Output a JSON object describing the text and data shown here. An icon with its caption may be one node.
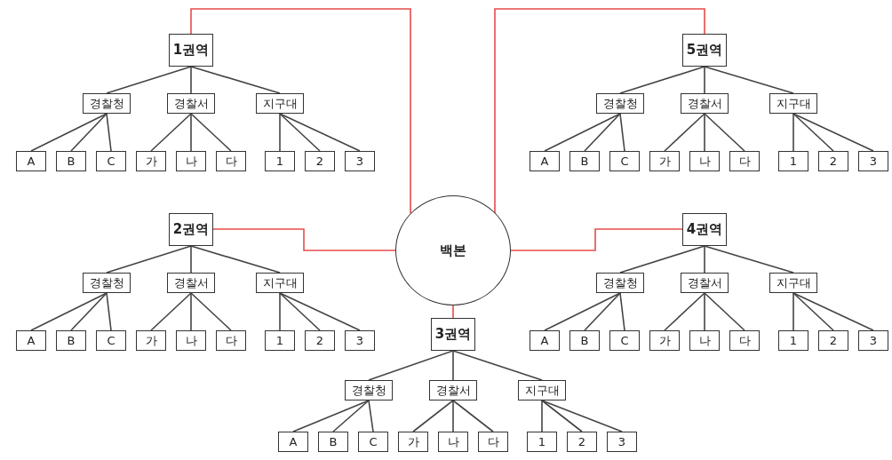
{
  "diagram": {
    "nodes": [
      {
        "text": [
          "백본"
        ]
      },
      {
        "text": [
          "1권역"
        ]
      },
      {
        "text": [
          "경찰청"
        ]
      },
      {
        "text": [
          "경찰서"
        ]
      },
      {
        "text": [
          "지구대"
        ]
      },
      {
        "text": [
          "A"
        ]
      },
      {
        "text": [
          "B"
        ]
      },
      {
        "text": [
          "C"
        ]
      },
      {
        "text": [
          "가"
        ]
      },
      {
        "text": [
          "나"
        ]
      },
      {
        "text": [
          "다"
        ]
      },
      {
        "text": [
          "1"
        ]
      },
      {
        "text": [
          "2"
        ]
      },
      {
        "text": [
          "3"
        ]
      },
      {
        "text": [
          "5권역"
        ]
      },
      {
        "text": [
          "경찰청"
        ]
      },
      {
        "text": [
          "경찰서"
        ]
      },
      {
        "text": [
          "지구대"
        ]
      },
      {
        "text": [
          "A"
        ]
      },
      {
        "text": [
          "B"
        ]
      },
      {
        "text": [
          "C"
        ]
      },
      {
        "text": [
          "가"
        ]
      },
      {
        "text": [
          "나"
        ]
      },
      {
        "text": [
          "다"
        ]
      },
      {
        "text": [
          "1"
        ]
      },
      {
        "text": [
          "2"
        ]
      },
      {
        "text": [
          "3"
        ]
      },
      {
        "text": [
          "2권역"
        ]
      },
      {
        "text": [
          "경찰청"
        ]
      },
      {
        "text": [
          "경찰서"
        ]
      },
      {
        "text": [
          "지구대"
        ]
      },
      {
        "text": [
          "A"
        ]
      },
      {
        "text": [
          "B"
        ]
      },
      {
        "text": [
          "C"
        ]
      },
      {
        "text": [
          "가"
        ]
      },
      {
        "text": [
          "나"
        ]
      },
      {
        "text": [
          "다"
        ]
      },
      {
        "text": [
          "1"
        ]
      },
      {
        "text": [
          "2"
        ]
      },
      {
        "text": [
          "3"
        ]
      },
      {
        "text": [
          "4권역"
        ]
      },
      {
        "text": [
          "경찰청"
        ]
      },
      {
        "text": [
          "경찰서"
        ]
      },
      {
        "text": [
          "지구대"
        ]
      },
      {
        "text": [
          "A"
        ]
      },
      {
        "text": [
          "B"
        ]
      },
      {
        "text": [
          "C"
        ]
      },
      {
        "text": [
          "가"
        ]
      },
      {
        "text": [
          "나"
        ]
      },
      {
        "text": [
          "다"
        ]
      },
      {
        "text": [
          "1"
        ]
      },
      {
        "text": [
          "2"
        ]
      },
      {
        "text": [
          "3"
        ]
      },
      {
        "text": [
          "3권역"
        ]
      },
      {
        "text": [
          "경찰청"
        ]
      },
      {
        "text": [
          "경찰서"
        ]
      },
      {
        "text": [
          "지구대"
        ]
      },
      {
        "text": [
          "A"
        ]
      },
      {
        "text": [
          "B"
        ]
      },
      {
        "text": [
          "C"
        ]
      },
      {
        "text": [
          "가"
        ]
      },
      {
        "text": [
          "나"
        ]
      },
      {
        "text": [
          "다"
        ]
      },
      {
        "text": [
          "1"
        ]
      },
      {
        "text": [
          "2"
        ]
      },
      {
        "text": [
          "3"
        ]
      }
    ],
    "edges": [
      {
        "from": 0,
        "to": 1,
        "arrow": "none",
        "color": "#e84c4c"
      },
      {
        "from": 1,
        "to": 2,
        "arrow": "none"
      },
      {
        "from": 1,
        "to": 3,
        "arrow": "none"
      },
      {
        "from": 1,
        "to": 4,
        "arrow": "none"
      },
      {
        "from": 2,
        "to": 5,
        "arrow": "none"
      },
      {
        "from": 2,
        "to": 6,
        "arrow": "none"
      },
      {
        "from": 2,
        "to": 7,
        "arrow": "none"
      },
      {
        "from": 3,
        "to": 8,
        "arrow": "none"
      },
      {
        "from": 3,
        "to": 9,
        "arrow": "none"
      },
      {
        "from": 3,
        "to": 10,
        "arrow": "none"
      },
      {
        "from": 4,
        "to": 11,
        "arrow": "none"
      },
      {
        "from": 4,
        "to": 12,
        "arrow": "none"
      },
      {
        "from": 4,
        "to": 13,
        "arrow": "none"
      },
      {
        "from": 0,
        "to": 14,
        "arrow": "none",
        "color": "#e84c4c"
      },
      {
        "from": 14,
        "to": 15,
        "arrow": "none"
      },
      {
        "from": 14,
        "to": 16,
        "arrow": "none"
      },
      {
        "from": 14,
        "to": 17,
        "arrow": "none"
      },
      {
        "from": 15,
        "to": 18,
        "arrow": "none"
      },
      {
        "from": 15,
        "to": 19,
        "arrow": "none"
      },
      {
        "from": 15,
        "to": 20,
        "arrow": "none"
      },
      {
        "from": 16,
        "to": 21,
        "arrow": "none"
      },
      {
        "from": 16,
        "to": 22,
        "arrow": "none"
      },
      {
        "from": 16,
        "to": 23,
        "arrow": "none"
      },
      {
        "from": 17,
        "to": 24,
        "arrow": "none"
      },
      {
        "from": 17,
        "to": 25,
        "arrow": "none"
      },
      {
        "from": 17,
        "to": 26,
        "arrow": "none"
      },
      {
        "from": 0,
        "to": 27,
        "arrow": "none",
        "color": "#e84c4c"
      },
      {
        "from": 27,
        "to": 28,
        "arrow": "none"
      },
      {
        "from": 27,
        "to": 29,
        "arrow": "none"
      },
      {
        "from": 27,
        "to": 30,
        "arrow": "none"
      },
      {
        "from": 28,
        "to": 31,
        "arrow": "none"
      },
      {
        "from": 28,
        "to": 32,
        "arrow": "none"
      },
      {
        "from": 28,
        "to": 33,
        "arrow": "none"
      },
      {
        "from": 29,
        "to": 34,
        "arrow": "none"
      },
      {
        "from": 29,
        "to": 35,
        "arrow": "none"
      },
      {
        "from": 29,
        "to": 36,
        "arrow": "none"
      },
      {
        "from": 30,
        "to": 37,
        "arrow": "none"
      },
      {
        "from": 30,
        "to": 38,
        "arrow": "none"
      },
      {
        "from": 30,
        "to": 39,
        "arrow": "none"
      },
      {
        "from": 0,
        "to": 40,
        "arrow": "none",
        "color": "#e84c4c"
      },
      {
        "from": 40,
        "to": 41,
        "arrow": "none"
      },
      {
        "from": 40,
        "to": 42,
        "arrow": "none"
      },
      {
        "from": 40,
        "to": 43,
        "arrow": "none"
      },
      {
        "from": 41,
        "to": 44,
        "arrow": "none"
      },
      {
        "from": 41,
        "to": 45,
        "arrow": "none"
      },
      {
        "from": 41,
        "to": 46,
        "arrow": "none"
      },
      {
        "from": 42,
        "to": 47,
        "arrow": "none"
      },
      {
        "from": 42,
        "to": 48,
        "arrow": "none"
      },
      {
        "from": 42,
        "to": 49,
        "arrow": "none"
      },
      {
        "from": 43,
        "to": 50,
        "arrow": "none"
      },
      {
        "from": 43,
        "to": 51,
        "arrow": "none"
      },
      {
        "from": 43,
        "to": 52,
        "arrow": "none"
      },
      {
        "from": 0,
        "to": 53,
        "arrow": "none",
        "color": "#e84c4c"
      },
      {
        "from": 53,
        "to": 54,
        "arrow": "none"
      },
      {
        "from": 53,
        "to": 55,
        "arrow": "none"
      },
      {
        "from": 53,
        "to": 56,
        "arrow": "none"
      },
      {
        "from": 54,
        "to": 57,
        "arrow": "none"
      },
      {
        "from": 54,
        "to": 58,
        "arrow": "none"
      },
      {
        "from": 54,
        "to": 59,
        "arrow": "none"
      },
      {
        "from": 55,
        "to": 60,
        "arrow": "none"
      },
      {
        "from": 55,
        "to": 61,
        "arrow": "none"
      },
      {
        "from": 55,
        "to": 62,
        "arrow": "none"
      },
      {
        "from": 56,
        "to": 63,
        "arrow": "none"
      },
      {
        "from": 56,
        "to": 64,
        "arrow": "none"
      },
      {
        "from": 56,
        "to": 65,
        "arrow": "none"
      }
    ]
  }
}
